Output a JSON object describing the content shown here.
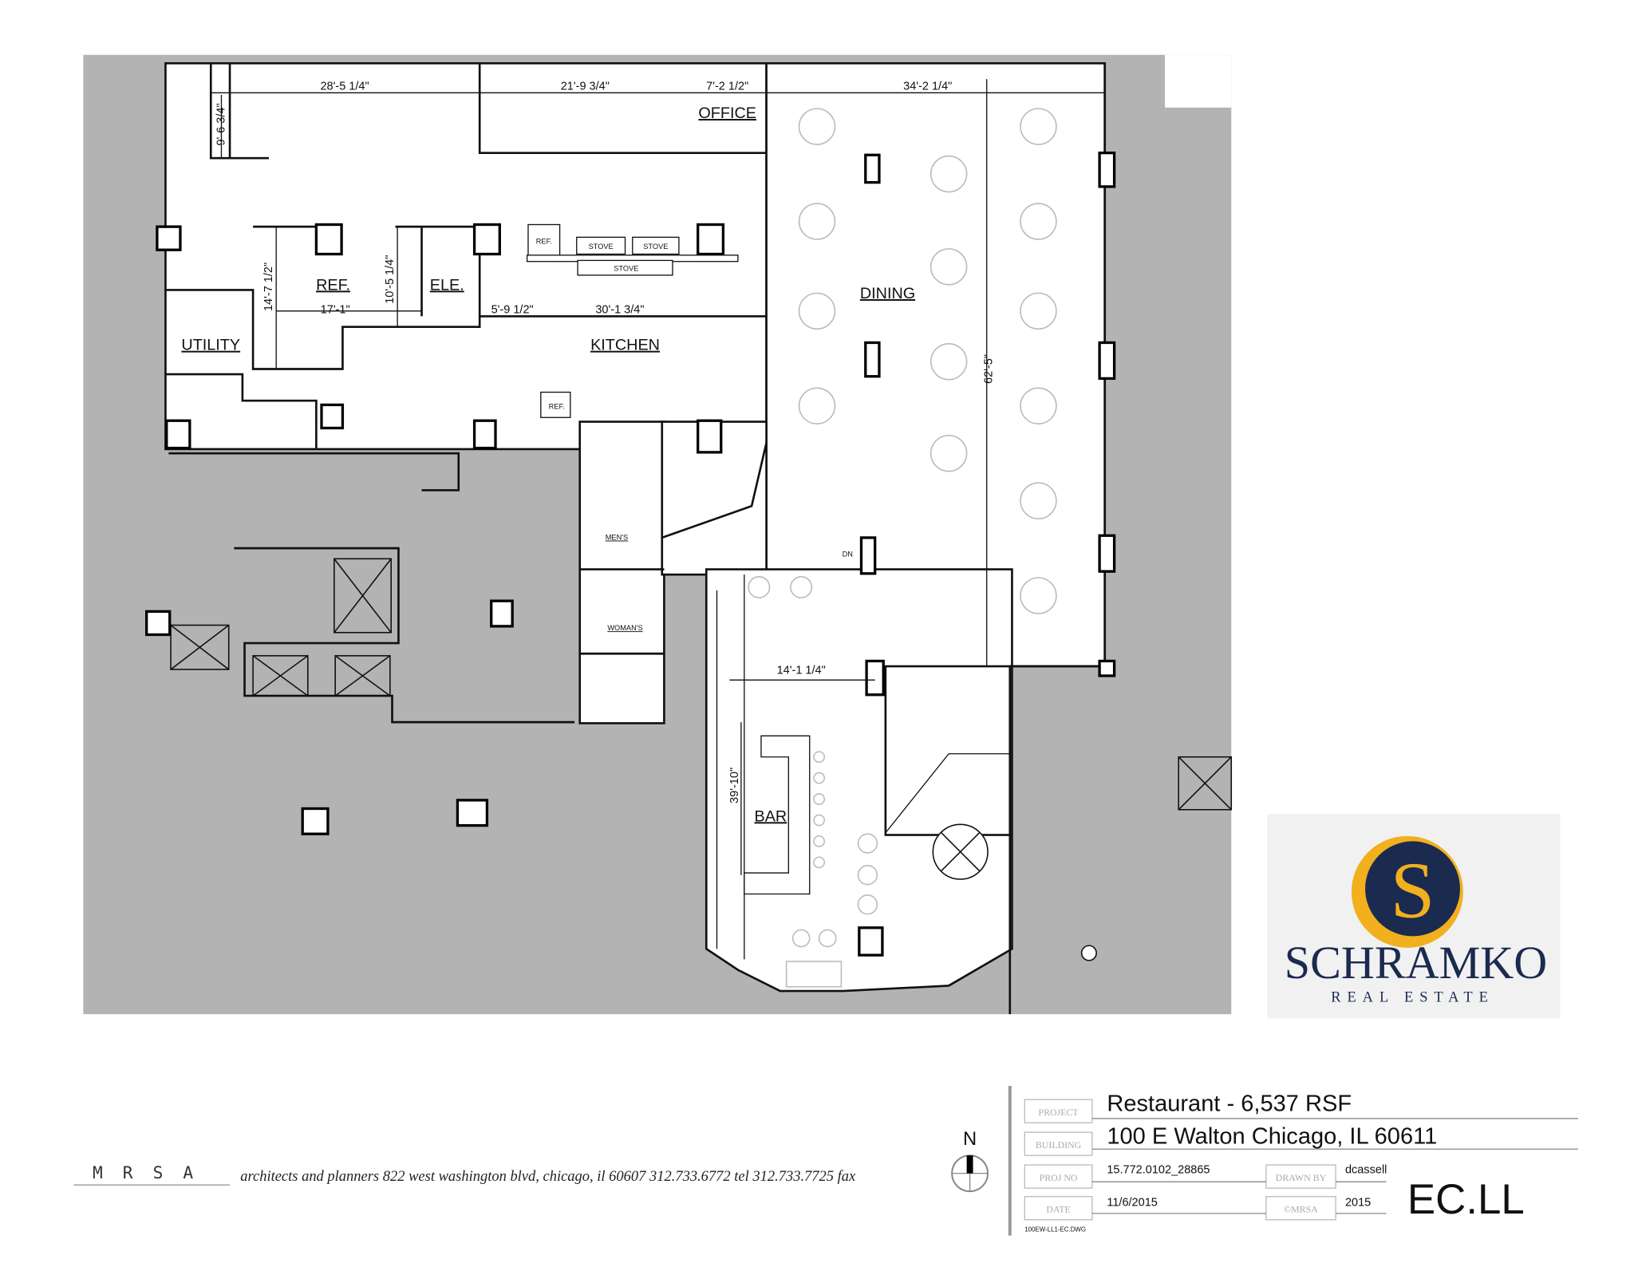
{
  "plan": {
    "rooms": {
      "office": "OFFICE",
      "ref": "REF.",
      "ele": "ELE.",
      "utility": "UTILITY",
      "kitchen": "KITCHEN",
      "dining": "DINING",
      "mens": "MEN'S",
      "womans": "WOMAN'S",
      "bar": "BAR"
    },
    "equipment": {
      "ref_1": "REF.",
      "ref_2": "REF.",
      "stove_1": "STOVE",
      "stove_2": "STOVE",
      "stove_3": "STOVE",
      "stair_dn": "DN"
    },
    "dimensions": {
      "d1": "28'-5 1/4\"",
      "d2": "21'-9 3/4\"",
      "d3": "7'-2 1/2\"",
      "d4": "34'-2 1/4\"",
      "d5": "9'-6 3/4\"",
      "d6": "14'-7 1/2\"",
      "d7": "10'-5 1/4\"",
      "d8": "17'-1\"",
      "d9": "5'-9 1/2\"",
      "d10": "30'-1 3/4\"",
      "d11": "62'-5\"",
      "d12": "14'-1 1/4\"",
      "d13": "39'-10\""
    },
    "colors": {
      "shaded_area": "#b3b3b3",
      "walls": "#111111",
      "furniture": "#bbbbbb"
    }
  },
  "logo": {
    "name": "SCHRAMKO",
    "tagline": "REAL ESTATE",
    "monogram": "S",
    "colors": {
      "gold": "#f2b01e",
      "navy": "#1b2a4f"
    }
  },
  "footer": {
    "firm_logo": "MRSA",
    "firm_line": "architects and planners  822 west washington blvd,  chicago,  il  60607  312.733.6772 tel  312.733.7725 fax",
    "north_label": "N"
  },
  "title_block": {
    "project_label": "PROJECT",
    "project": "Restaurant - 6,537 RSF",
    "building_label": "BUILDING",
    "building": "100 E Walton Chicago, IL 60611",
    "proj_no_label": "PROJ NO",
    "proj_no": "15.772.0102_28865",
    "drawn_by_label": "DRAWN BY",
    "drawn_by": "dcassell",
    "date_label": "DATE",
    "date": "11/6/2015",
    "copyright_label": "©MRSA",
    "copyright_year": "2015",
    "sheet": "EC.LL",
    "file": "100EW-LL1-EC.DWG"
  }
}
